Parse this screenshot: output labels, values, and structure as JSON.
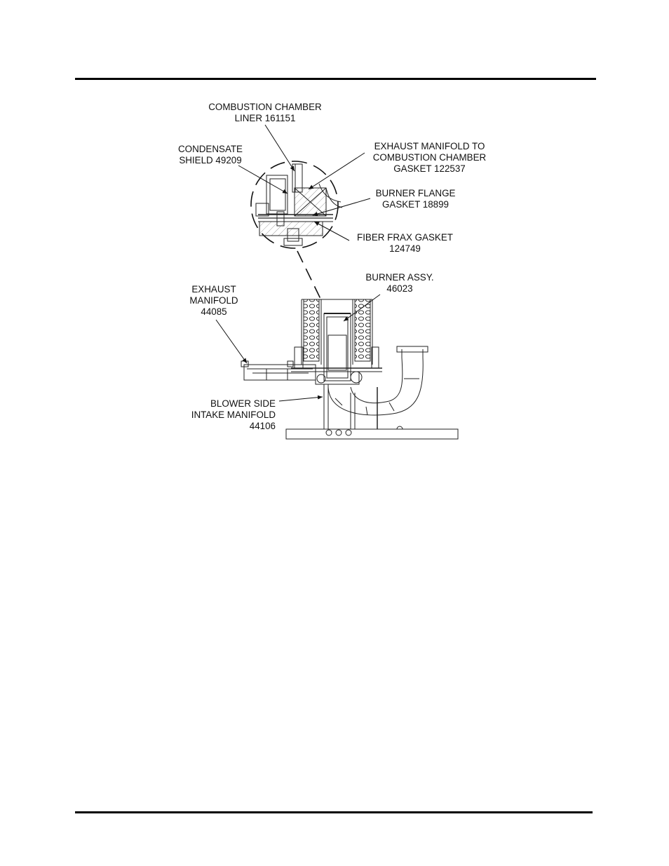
{
  "labels": {
    "combustion_liner": [
      "COMBUSTION CHAMBER",
      "LINER 161151"
    ],
    "condensate_shield": [
      "CONDENSATE",
      "SHIELD 49209"
    ],
    "exhaust_gasket": [
      "EXHAUST MANIFOLD TO",
      "COMBUSTION CHAMBER",
      "GASKET 122537"
    ],
    "burner_flange": [
      "BURNER FLANGE",
      "GASKET 18899"
    ],
    "fiber_frax": [
      "FIBER FRAX GASKET",
      "124749"
    ],
    "burner_assy": [
      "BURNER ASSY.",
      "46023"
    ],
    "exhaust_manifold": [
      "EXHAUST",
      "MANIFOLD",
      "44085"
    ],
    "blower_intake": [
      "BLOWER SIDE",
      "INTAKE MANIFOLD",
      "44106"
    ]
  }
}
